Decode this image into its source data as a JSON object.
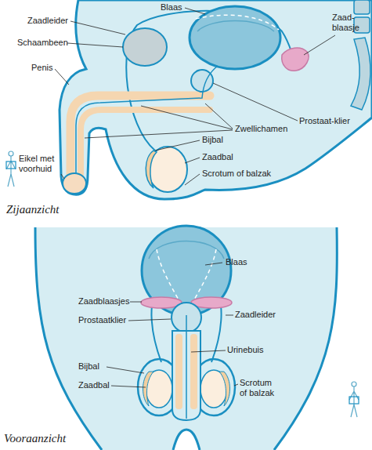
{
  "diagram": {
    "labels": [
      "Blaas",
      "Zaadleider",
      "Zaad- blaasje",
      "Schaambeen",
      "Penis",
      "Zwellichamen",
      "Prostaat-klier",
      "Bijbal",
      "Eikel met voorhuid",
      "Zaadbal",
      "Scrotum of balzak",
      "Zijaanzicht",
      "Blaas",
      "Zaadblaasjes",
      "Prostaatklier",
      "Zaadleider",
      "Bijbal",
      "Urinebuis",
      "Zaadbal",
      "Scrotum of balzak",
      "Vooraanzicht"
    ]
  }
}
